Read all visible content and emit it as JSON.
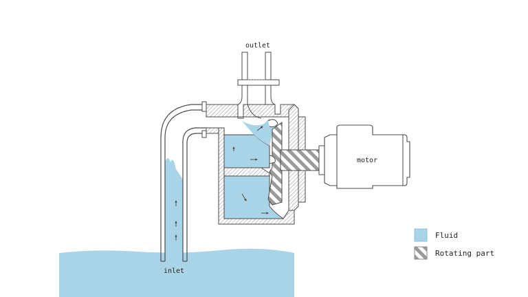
{
  "labels": {
    "outlet": "outlet",
    "inlet": "inlet",
    "motor": "motor"
  },
  "legend": [
    {
      "key": "fluid",
      "label": "Fluid",
      "swatch": "solid"
    },
    {
      "key": "rotating",
      "label": "Rotating part",
      "swatch": "hatched"
    }
  ],
  "colors": {
    "fluid": "#a9d3e6",
    "fluid_edge": "#8ec2da",
    "line": "#4a4a4a",
    "hatch": "#9a9a9a",
    "rotating_hatch": "#8a8a8a",
    "background": "#ffffff"
  }
}
